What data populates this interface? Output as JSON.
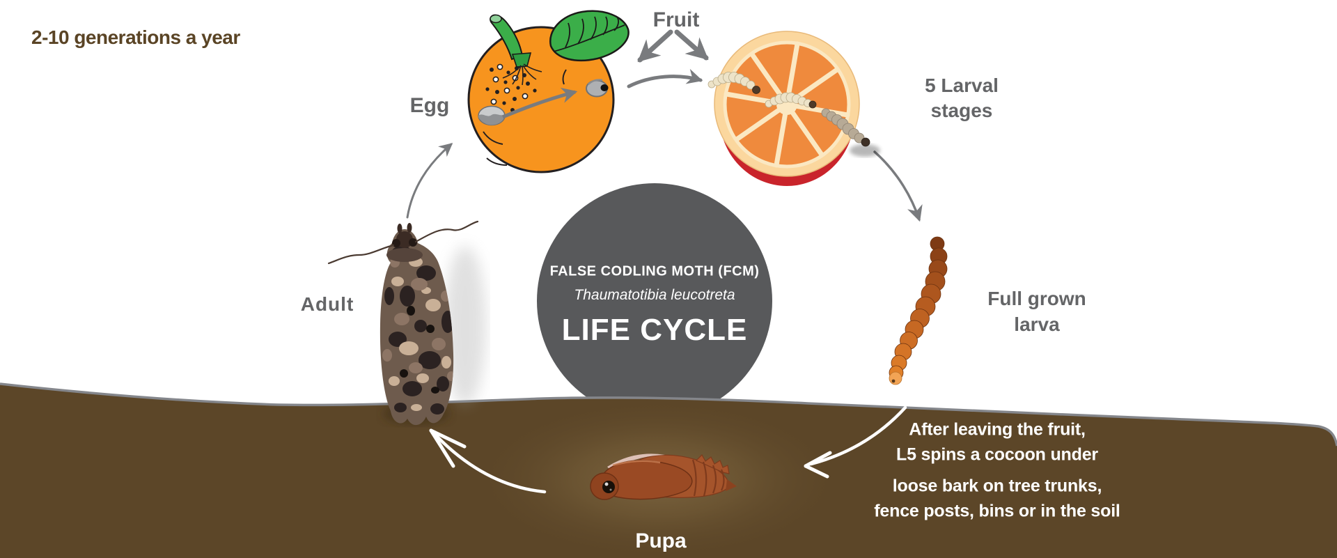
{
  "title": "2-10 generations a year",
  "center_badge": {
    "common_name": "FALSE CODLING MOTH (FCM)",
    "scientific_name": "Thaumatotibia leucotreta",
    "subtitle": "LIFE CYCLE"
  },
  "stage_labels": {
    "egg": "Egg",
    "fruit": "Fruit",
    "larval_line1": "5 Larval",
    "larval_line2": "stages",
    "full_grown_line1": "Full grown",
    "full_grown_line2": "larva",
    "adult": "Adult",
    "pupa": "Pupa"
  },
  "soil_note": {
    "line1": "After leaving the fruit,",
    "line2": "L5 spins a cocoon under",
    "line3": "loose bark on tree trunks,",
    "line4": "fence posts, bins or in the soil"
  },
  "colors": {
    "soil": "#5C4628",
    "soil_edge": "#84868B",
    "badge_circle": "#58595B",
    "label_gray": "#646567",
    "title_brown": "#5A4425",
    "orange_fruit": "#F7941E",
    "leaf_green": "#3BAE49",
    "rind_cream": "#FBD79E",
    "flesh_orange": "#EF8A3D",
    "rind_red": "#C9242B",
    "arrow_gray": "#797B7E",
    "larva_rust": "#C05A1D",
    "pupa_brown": "#9A4A24",
    "moth_brown": "#6E5B4D",
    "white": "#FFFFFF"
  }
}
